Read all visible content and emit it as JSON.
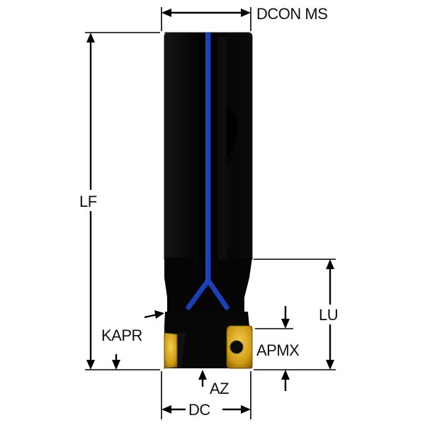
{
  "labels": {
    "dcon": "DCON MS",
    "lf": "LF",
    "lu": "LU",
    "kapr": "KAPR",
    "apmx": "APMX",
    "az": "AZ",
    "dc": "DC"
  },
  "colors": {
    "body": "#060606",
    "coolant": "#1a3fb8",
    "insert": "#d7a316",
    "dimension": "#000000"
  }
}
